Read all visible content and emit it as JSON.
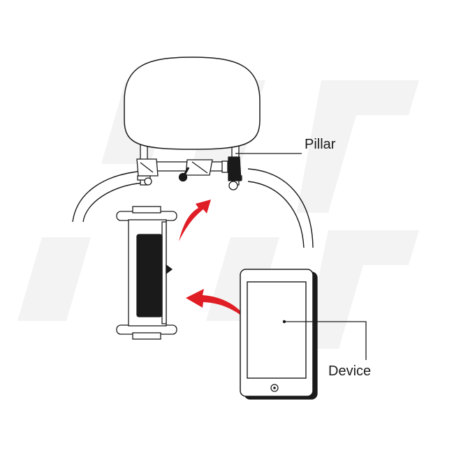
{
  "labels": {
    "pillar": "Pillar",
    "device": "Device"
  },
  "colors": {
    "line": "#1a1a1a",
    "arrow": "#e01e25",
    "watermark": "#f3f3f3",
    "fill": "#ffffff",
    "dark": "#1a1a1a"
  },
  "icons": {
    "watermark": "jj-watermark-logo",
    "arrow_up": "curved-arrow-up-icon",
    "arrow_left": "curved-arrow-left-icon",
    "home": "tablet-home-button-icon"
  }
}
